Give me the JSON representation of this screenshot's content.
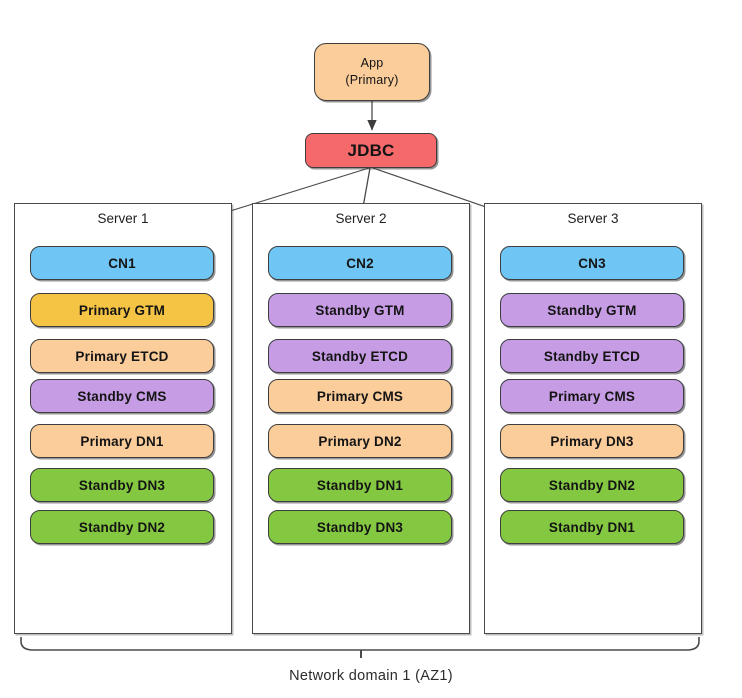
{
  "diagram": {
    "app": {
      "line1": "App",
      "line2": "(Primary)",
      "color": "peach"
    },
    "jdbc": {
      "label": "JDBC",
      "color": "red"
    },
    "servers": [
      {
        "title": "Server 1",
        "nodes": [
          {
            "label": "CN1",
            "color": "blue"
          },
          {
            "label": "Primary GTM",
            "color": "gold"
          },
          {
            "label": "Primary ETCD",
            "color": "peach"
          },
          {
            "label": "Standby CMS",
            "color": "purple"
          },
          {
            "label": "Primary DN1",
            "color": "peach"
          },
          {
            "label": "Standby DN3",
            "color": "green"
          },
          {
            "label": "Standby DN2",
            "color": "green"
          }
        ]
      },
      {
        "title": "Server 2",
        "nodes": [
          {
            "label": "CN2",
            "color": "blue"
          },
          {
            "label": "Standby GTM",
            "color": "purple"
          },
          {
            "label": "Standby ETCD",
            "color": "purple"
          },
          {
            "label": "Primary CMS",
            "color": "peach"
          },
          {
            "label": "Primary DN2",
            "color": "peach"
          },
          {
            "label": "Standby DN1",
            "color": "green"
          },
          {
            "label": "Standby DN3",
            "color": "green"
          }
        ]
      },
      {
        "title": "Server 3",
        "nodes": [
          {
            "label": "CN3",
            "color": "blue"
          },
          {
            "label": "Standby GTM",
            "color": "purple"
          },
          {
            "label": "Standby ETCD",
            "color": "purple"
          },
          {
            "label": "Primary CMS",
            "color": "purple"
          },
          {
            "label": "Primary DN3",
            "color": "peach"
          },
          {
            "label": "Standby DN2",
            "color": "green"
          },
          {
            "label": "Standby DN1",
            "color": "green"
          }
        ]
      }
    ],
    "bottom_label": "Network domain 1 (AZ1)",
    "colors": {
      "peach": "#FACD9B",
      "gold": "#F6C445",
      "purple": "#C69CE5",
      "blue": "#6FC5F3",
      "green": "#84C841",
      "red": "#F5696B"
    }
  }
}
